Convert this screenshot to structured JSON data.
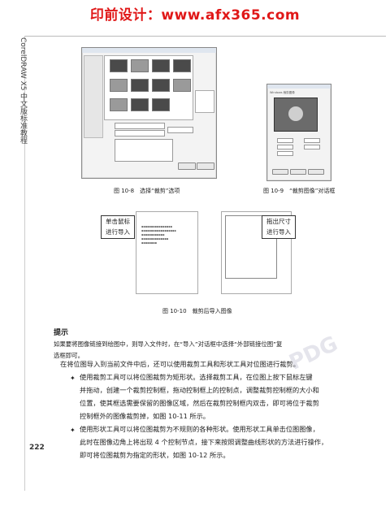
{
  "banner": "印前设计：www.afx365.com",
  "spine": "CorelDRAW X5 中文版标准教程",
  "page_number": "222",
  "figures": {
    "fig_10_8": "图 10-8　选择“裁剪”选项",
    "fig_10_9": "图 10-9　“裁剪图像”对话框",
    "fig_10_10": "图 10-10　裁剪后导入图像"
  },
  "callouts": {
    "left": [
      "单击鼠标",
      "进行导入"
    ],
    "right": [
      "拖出尺寸",
      "进行导入"
    ]
  },
  "tip": {
    "heading": "提示",
    "line1": "如果要将图像链接到绘图中，则导入文件时，在“导入”对话框中选择“外部链接位图”复",
    "line2": "选框即可。"
  },
  "body": {
    "intro": "在将位图导入到当前文件中后，还可以使用裁剪工具和形状工具对位图进行裁剪。",
    "bullet1": [
      "使用裁剪工具可以将位图裁剪为矩形状。选择裁剪工具，在位图上按下鼠标左键",
      "并拖动，创建一个裁剪控制框，拖动控制框上的控制点，调整裁剪控制框的大小和",
      "位置，使其框选需要保留的图像区域，然后在裁剪控制框内双击，即可将位于裁剪",
      "控制框外的图像裁剪掉，如图 10-11 所示。"
    ],
    "bullet2": [
      "使用形状工具可以将位图裁剪为不规则的各种形状。使用形状工具单击位图图像，",
      "此时在图像边角上将出现 4 个控制节点，接下来按照调整曲线形状的方法进行操作，",
      "即可将位图裁剪为指定的形状，如图 10-12 所示。"
    ],
    "bullet_symbol": "✦"
  },
  "watermark": "PDG",
  "dialog_small_title": "Windows 裁剪图像"
}
